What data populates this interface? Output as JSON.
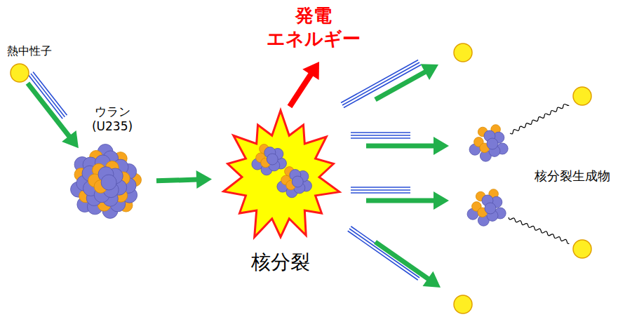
{
  "diagram": {
    "nodes": [
      {
        "text": [
          "熱中性子"
        ]
      },
      {
        "text": [
          "ウラン (U235)"
        ]
      },
      {
        "text": [
          "核分裂"
        ]
      }
    ],
    "edges": [
      {
        "from": 0,
        "to": 1,
        "arrow": "to"
      },
      {
        "from": 1,
        "to": 2,
        "arrow": "to"
      }
    ],
    "labels": [
      "発電 エネルギー",
      "核分裂生成物"
    ]
  }
}
